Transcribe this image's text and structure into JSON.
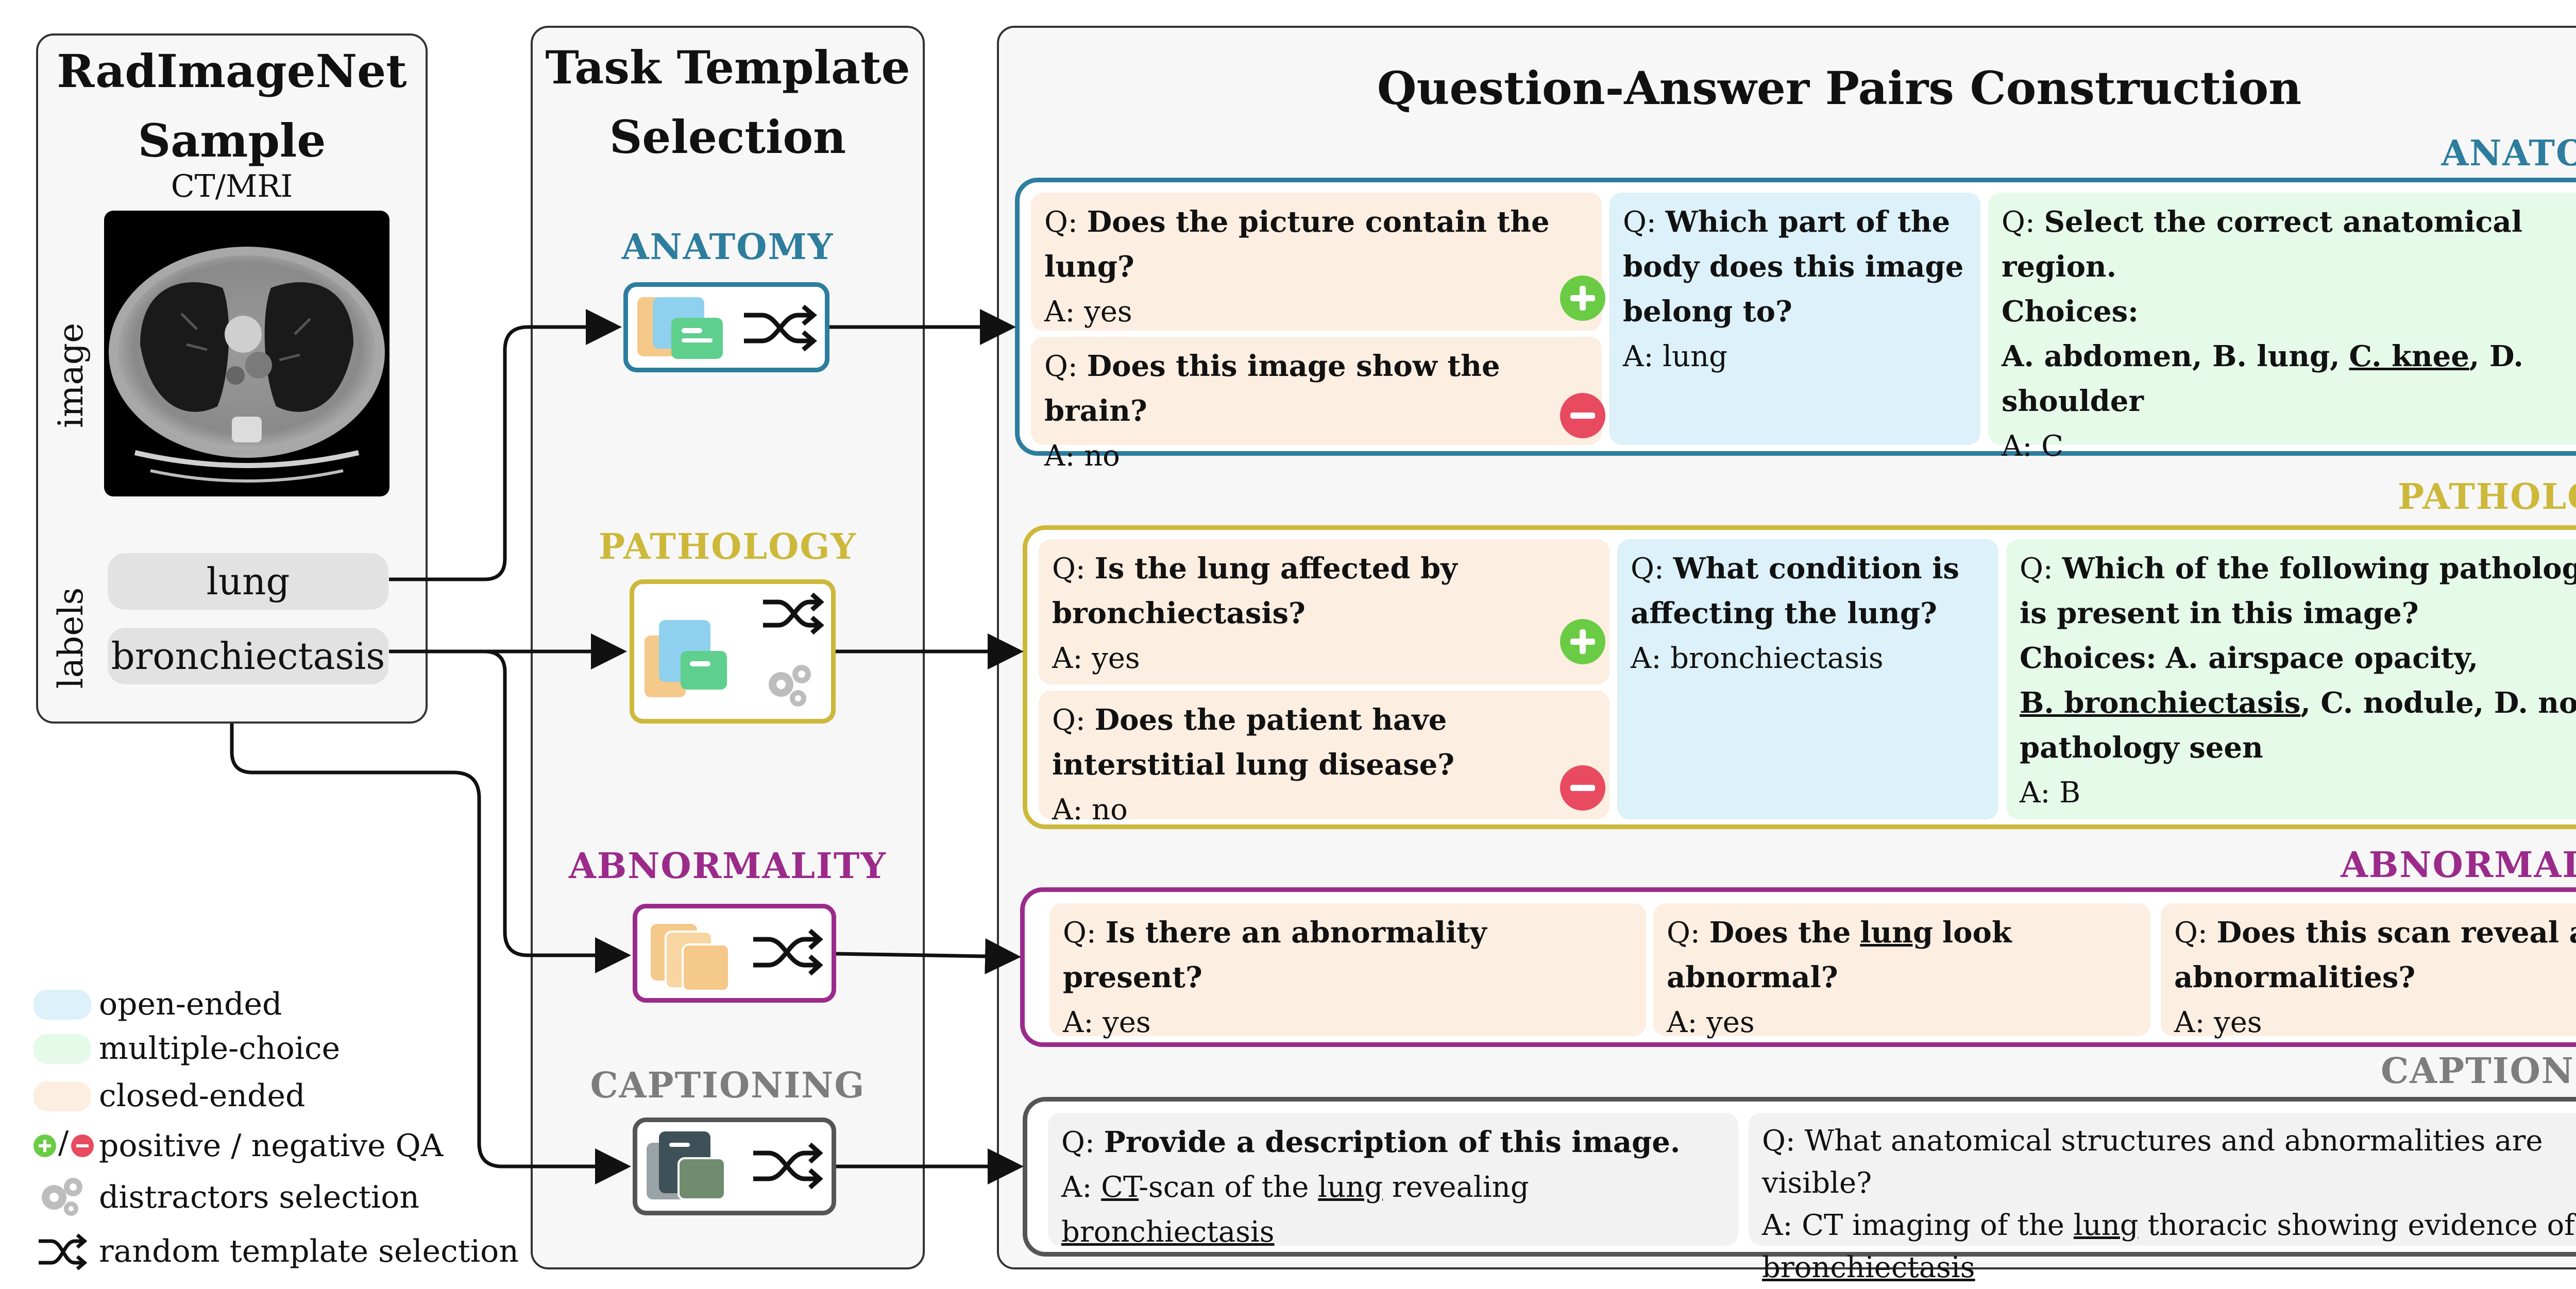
{
  "sample": {
    "title": "RadImageNet Sample",
    "modality": "CT/MRI",
    "image_label": "image",
    "labels_label": "labels",
    "labels": [
      "lung",
      "bronchiectasis"
    ]
  },
  "templates": {
    "title": "Task Template Selection",
    "items": [
      {
        "label": "ANATOMY",
        "color": "#2d7d9e"
      },
      {
        "label": "PATHOLOGY",
        "color": "#cdb83a"
      },
      {
        "label": "ABNORMALITY",
        "color": "#9b2b8b"
      },
      {
        "label": "CAPTIONING",
        "color": "#7d7d7d"
      }
    ]
  },
  "qa": {
    "title": "Question-Answer Pairs Construction",
    "anatomy": {
      "label": "ANATOMY",
      "closed_pos": {
        "q_prefix": "Q:",
        "q": "Does the picture contain the lung?",
        "a": "A: yes"
      },
      "closed_neg": {
        "q_prefix": "Q:",
        "q": "Does this image show the brain?",
        "a": "A: no"
      },
      "open": {
        "q_prefix": "Q:",
        "q": "Which part of the body does this image belong to?",
        "a": "A: lung"
      },
      "mc": {
        "q_prefix": "Q:",
        "q": "Select the correct anatomical region.",
        "choices_label": "Choices:",
        "choices_a": "A. abdomen, B. lung,",
        "choices_correct": "C. knee",
        "choices_b": ", D. shoulder",
        "a": "A: C"
      }
    },
    "pathology": {
      "label": "PATHOLOGY",
      "closed_pos": {
        "q_prefix": "Q:",
        "q": "Is the lung affected by bronchiectasis?",
        "a": "A: yes"
      },
      "closed_neg": {
        "q_prefix": "Q:",
        "q": "Does the patient have interstitial lung disease?",
        "a": "A: no"
      },
      "open": {
        "q_prefix": "Q:",
        "q": "What condition is affecting the lung?",
        "a": "A: bronchiectasis"
      },
      "mc": {
        "q_prefix": "Q:",
        "q": "Which of the following pathologies is present in this image?",
        "choices_label": "Choices:",
        "choices_a": "A. airspace opacity,",
        "choices_correct": "B. bronchiectasis",
        "choices_b": ", C. nodule, D. no pathology seen",
        "a": "A: B"
      }
    },
    "abnormality": {
      "label": "ABNORMALITY",
      "c1": {
        "q_prefix": "Q:",
        "q": "Is there an abnormality present?",
        "a": "A: yes"
      },
      "c2": {
        "q_prefix": "Q:",
        "q_a": "Does the",
        "q_u": "lung",
        "q_b": "look abnormal?",
        "a": "A: yes"
      },
      "c3": {
        "q_prefix": "Q:",
        "q": "Does this scan reveal any abnormalities?",
        "a": "A: yes"
      }
    },
    "captioning": {
      "label": "CAPTIONING",
      "c1": {
        "q_prefix": "Q:",
        "q": "Provide a  description of this image.",
        "a_prefix": "A:",
        "a_u1": "CT",
        "a_1": "-scan of the",
        "a_u2": "lung",
        "a_2": "revealing",
        "a_u3": "bronchiectasis"
      },
      "c2": {
        "q": "Q: What anatomical structures and abnormalities are visible?",
        "a_1": "A: CT imaging of the",
        "a_u1": "lung",
        "a_2": "thoracic showing evidence of",
        "a_u2": "bronchiectasis"
      }
    }
  },
  "legend": {
    "open": "open-ended",
    "mc": "multiple-choice",
    "closed": "closed-ended",
    "pos_neg": "positive / negative QA",
    "distractors": "distractors selection",
    "random": "random template selection",
    "sep": "/"
  },
  "colors": {
    "anatomy": "#2d7d9e",
    "pathology": "#cdb83a",
    "abnormality": "#9b2b8b",
    "captioning": "#555555",
    "open": "#dcf1f9",
    "mc": "#e6faea",
    "closed": "#fdeee2",
    "positive": "#6acc45",
    "negative": "#e84a5f"
  },
  "icons": [
    "ct-scan-image",
    "plus-icon",
    "minus-icon",
    "shuffle-icon",
    "gear-icon",
    "cards-icon"
  ]
}
